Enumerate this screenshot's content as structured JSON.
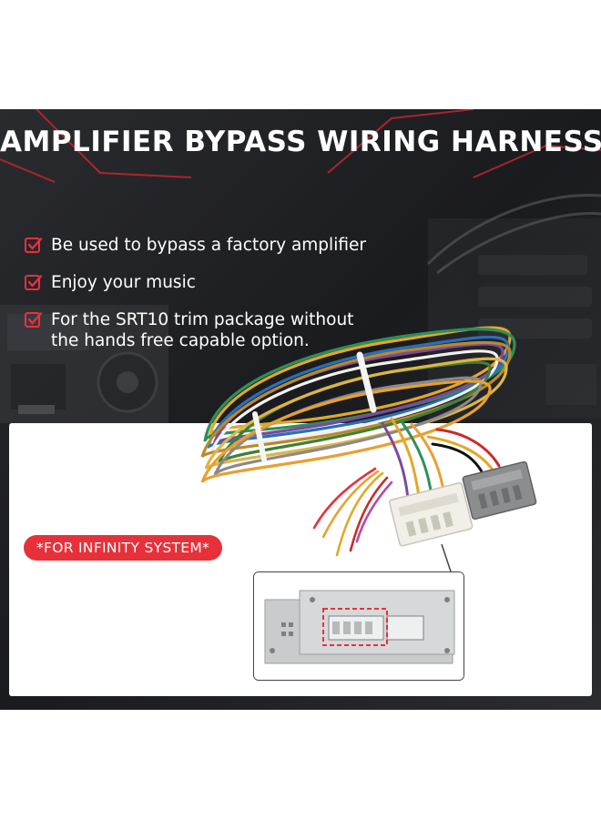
{
  "headline": "AMPLIFIER BYPASS WIRING HARNESS",
  "features": [
    "Be used to bypass a factory amplifier",
    " Enjoy your music",
    "For the SRT10 trim package without\nthe hands free capable option."
  ],
  "badge": "*FOR INFINITY SYSTEM*",
  "colors": {
    "accent_red": "#e7313a",
    "background_dark": "#17181b",
    "text": "#ffffff"
  },
  "icons": [
    "checkbox-checked-icon"
  ]
}
